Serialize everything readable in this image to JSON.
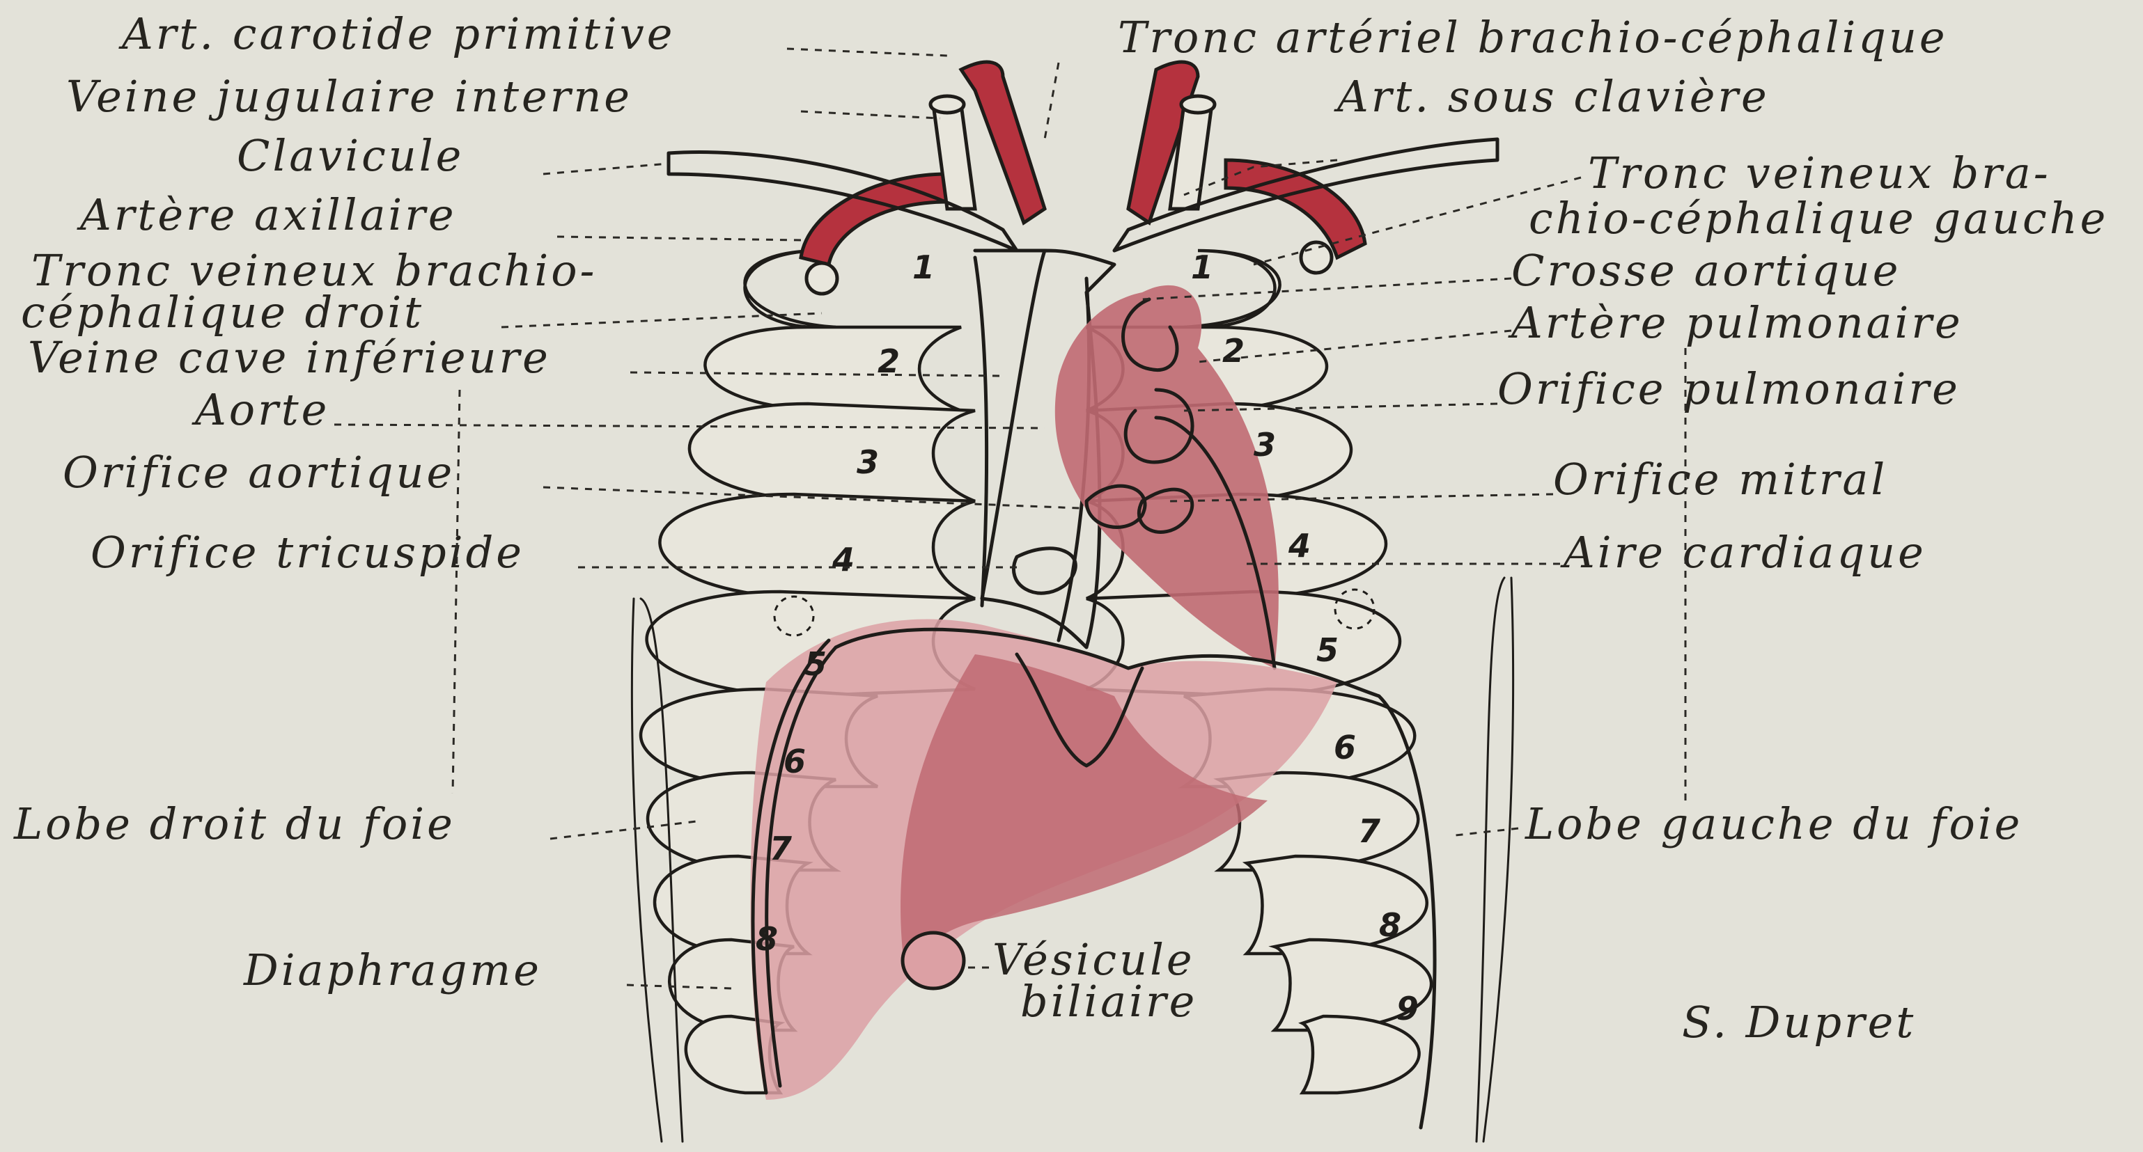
{
  "colors": {
    "paper": "#e3e2d9",
    "ink": "#1e1c19",
    "artery_red": "#b5323e",
    "heart_pink": "#c06a72",
    "lung_pink": "#dca0a4"
  },
  "labels_left": [
    "Art. carotide primitive",
    "Veine jugulaire interne",
    "Clavicule",
    "Artère axillaire",
    "Tronc veineux brachio-",
    "céphalique droit",
    "Veine cave inférieure",
    "Aorte",
    "Orifice aortique",
    "Orifice tricuspide",
    "Lobe droit du foie",
    "Diaphragme",
    "Vésicule",
    "biliaire"
  ],
  "labels_right": [
    "Tronc artériel brachio-céphalique",
    "Art. sous clavière",
    "Tronc veineux bra-",
    "chio-céphalique gauche",
    "Crosse aortique",
    "Artère pulmonaire",
    "Orifice pulmonaire",
    "Orifice mitral",
    "Aire cardiaque",
    "Lobe gauche du foie"
  ],
  "rib_numbers_left": [
    "1",
    "2",
    "3",
    "4",
    "5",
    "6",
    "7",
    "8"
  ],
  "rib_numbers_right": [
    "1",
    "2",
    "3",
    "4",
    "5",
    "6",
    "7",
    "8",
    "9"
  ],
  "signature": "S. Dupret"
}
